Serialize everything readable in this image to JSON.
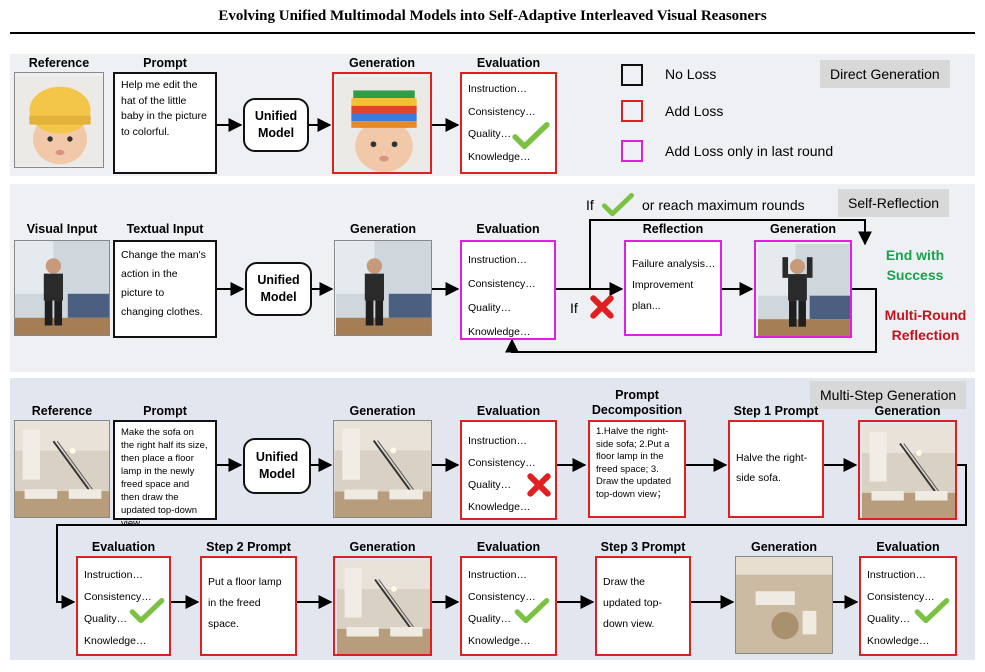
{
  "title": "Evolving Unified Multimodal Models into Self-Adaptive Interleaved Visual Reasoners",
  "colors": {
    "no_loss": "#111111",
    "add_loss": "#e02020",
    "last_round": "#e020e0",
    "check": "#7cc242",
    "cross": "#e02020"
  },
  "direct": {
    "tag": "Direct Generation",
    "reference_hdr": "Reference",
    "prompt_hdr": "Prompt",
    "prompt_text": "Help me edit the hat of the little baby in the picture to colorful.",
    "model_line1": "Unified",
    "model_line2": "Model",
    "generation_hdr": "Generation",
    "evaluation_hdr": "Evaluation",
    "eval": [
      "Instruction…",
      "Consistency…",
      "Quality…",
      "Knowledge…"
    ]
  },
  "legend": {
    "no_loss": "No Loss",
    "add_loss": "Add Loss",
    "last_round": "Add Loss only in last round"
  },
  "reflect": {
    "tag": "Self-Reflection",
    "visual_hdr": "Visual Input",
    "textual_hdr": "Textual Input",
    "textual_text": "Change the man's action in the picture to changing clothes.",
    "model_line1": "Unified",
    "model_line2": "Model",
    "generation_hdr": "Generation",
    "evaluation_hdr": "Evaluation",
    "eval": [
      "Instruction…",
      "Consistency…",
      "Quality…",
      "Knowledge…"
    ],
    "if_prefix": "If",
    "if_suffix": "or reach maximum rounds",
    "if_fail": "If",
    "reflection_hdr": "Reflection",
    "reflection_lines": [
      "Failure analysis…",
      "Improvement",
      "plan..."
    ],
    "generation2_hdr": "Generation",
    "end_line1": "End with",
    "end_line2": "Success",
    "multi_line1": "Multi-Round",
    "multi_line2": "Reflection"
  },
  "multistep": {
    "tag": "Multi-Step Generation",
    "reference_hdr": "Reference",
    "prompt_hdr": "Prompt",
    "prompt_text": "Make the sofa on the right half its size, then place a floor lamp in the newly freed space and then draw the updated top-down view.",
    "model_line1": "Unified",
    "model_line2": "Model",
    "generation_hdr": "Generation",
    "evaluation_hdr": "Evaluation",
    "eval": [
      "Instruction…",
      "Consistency…",
      "Quality…",
      "Knowledge…"
    ],
    "decomp_hdr1": "Prompt",
    "decomp_hdr2": "Decomposition",
    "decomp_text": "1.Halve the right-side sofa; 2.Put a floor lamp in the freed space; 3. Draw the updated top-down view；",
    "step1_hdr": "Step 1 Prompt",
    "step1_text": "Halve the right-side sofa.",
    "generation2_hdr": "Generation",
    "evaluation2_hdr": "Evaluation",
    "step2_hdr": "Step 2 Prompt",
    "step2_text": "Put a floor lamp in the freed space.",
    "generation3_hdr": "Generation",
    "evaluation3_hdr": "Evaluation",
    "step3_hdr": "Step 3 Prompt",
    "step3_text": "Draw the updated top-down view.",
    "generation4_hdr": "Generation",
    "evaluation4_hdr": "Evaluation"
  }
}
